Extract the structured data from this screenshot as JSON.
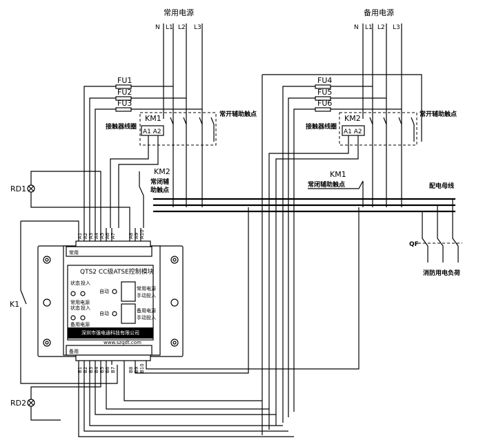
{
  "power": {
    "main_label": "常用电源",
    "backup_label": "备用电源",
    "phases": [
      "N",
      "L1",
      "L2",
      "L3"
    ]
  },
  "fuses": {
    "main": [
      "FU1",
      "FU2",
      "FU3"
    ],
    "backup": [
      "FU4",
      "FU5",
      "FU6"
    ]
  },
  "contactors": {
    "km1": "KM1",
    "km2": "KM2",
    "coil_label": "接触器线圈",
    "coil_terminals": "A1 A2",
    "no_aux_label": "常开辅助触点",
    "nc_aux_label": "常闭辅助触点",
    "km2_nc_line1": "常闭辅",
    "km2_nc_line2": "助触点"
  },
  "indicators": {
    "rd1": "RD1",
    "rd2": "RD2",
    "k1": "K1"
  },
  "busbar": {
    "label": "配电母线",
    "breaker": "QF",
    "load": "消防用电负荷"
  },
  "module": {
    "main_side": "常用",
    "backup_side": "备用",
    "terminals_a": [
      "A1",
      "A2",
      "A3",
      "A4",
      "A5",
      "A6",
      "A7",
      "A8",
      "A9",
      "A10"
    ],
    "terminals_b": [
      "B1",
      "B2",
      "B3",
      "B4",
      "B5",
      "B6",
      "B7",
      "B8",
      "B9",
      "B10"
    ],
    "title": "QTS2  CC级ATSE控制模块",
    "status": "状态",
    "input": "投入",
    "main_power": "常用电源",
    "backup_power": "备用电源",
    "auto": "自动",
    "main_manual_1": "常用电源",
    "main_manual_2": "手动投入",
    "backup_manual_1": "备用电源",
    "backup_manual_2": "手动投入",
    "company": "深圳市强电通科技有限公司",
    "website": "www.szqdt.com"
  }
}
